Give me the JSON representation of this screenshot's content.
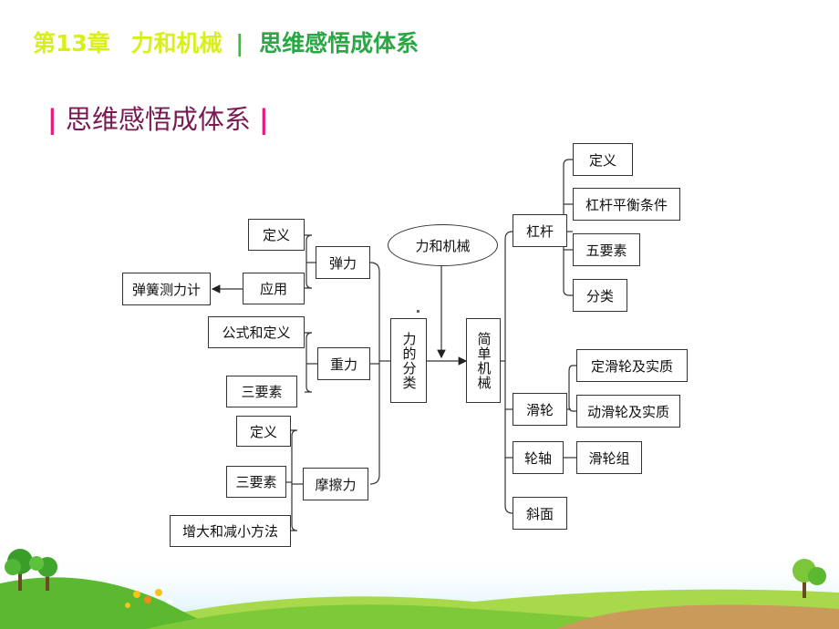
{
  "header": {
    "chapter": "第13章",
    "topic": "力和机械",
    "separator": "|",
    "section": "思维感悟成体系"
  },
  "section_title": {
    "bar": "|",
    "text": "思维感悟成体系"
  },
  "diagram": {
    "root": "力和机械",
    "force_classification": {
      "label": "力的分类",
      "elastic": {
        "label": "弹力",
        "children": [
          "定义",
          "应用"
        ],
        "application_target": "弹簧测力计"
      },
      "gravity": {
        "label": "重力",
        "children": [
          "公式和定义",
          "三要素"
        ]
      },
      "friction": {
        "label": "摩擦力",
        "children": [
          "定义",
          "三要素",
          "增大和减小方法"
        ]
      }
    },
    "simple_machines": {
      "label": "简单机械",
      "lever": {
        "label": "杠杆",
        "children": [
          "定义",
          "杠杆平衡条件",
          "五要素",
          "分类"
        ]
      },
      "pulley": {
        "label": "滑轮",
        "children": [
          "定滑轮及实质",
          "动滑轮及实质"
        ]
      },
      "wheel_axle": {
        "label": "轮轴",
        "children": [
          "滑轮组"
        ]
      },
      "incline": {
        "label": "斜面"
      }
    }
  }
}
